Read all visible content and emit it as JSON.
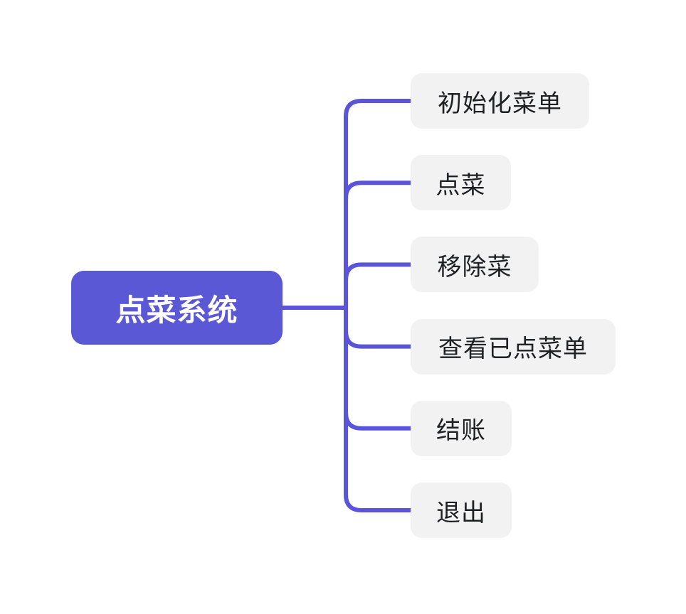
{
  "diagram": {
    "type": "mindmap",
    "root": {
      "label": "点菜系统"
    },
    "children": [
      {
        "label": "初始化菜单"
      },
      {
        "label": "点菜"
      },
      {
        "label": "移除菜"
      },
      {
        "label": "查看已点菜单"
      },
      {
        "label": "结账"
      },
      {
        "label": "退出"
      }
    ],
    "colors": {
      "accent_line": "#5a54d9",
      "root_bg": "#5a58d5",
      "root_text": "#ffffff",
      "node_bg": "#f2f2f2",
      "node_text": "#1f2023",
      "canvas_bg": "#ffffff"
    }
  }
}
